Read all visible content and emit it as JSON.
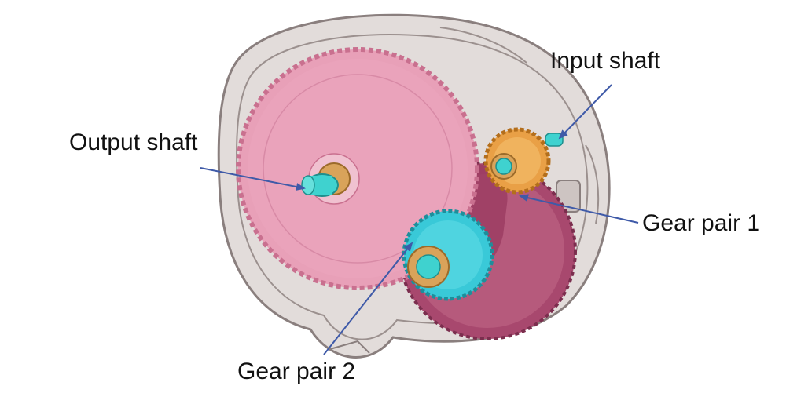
{
  "labels": {
    "input_shaft": "Input shaft",
    "output_shaft": "Output shaft",
    "gear_pair_1": "Gear pair 1",
    "gear_pair_2": "Gear pair 2"
  },
  "colors": {
    "housing": "#cfc6c4",
    "housing_edge": "#8a7f7e",
    "large_gear": "#e89ab4",
    "gear_dark": "#a8486e",
    "pinion_orange": "#e9a046",
    "pinion_cyan": "#39c9d8",
    "shaft_cyan": "#3fd2cf",
    "bearing": "#d9a35a",
    "arrow": "#3f5aa8"
  }
}
